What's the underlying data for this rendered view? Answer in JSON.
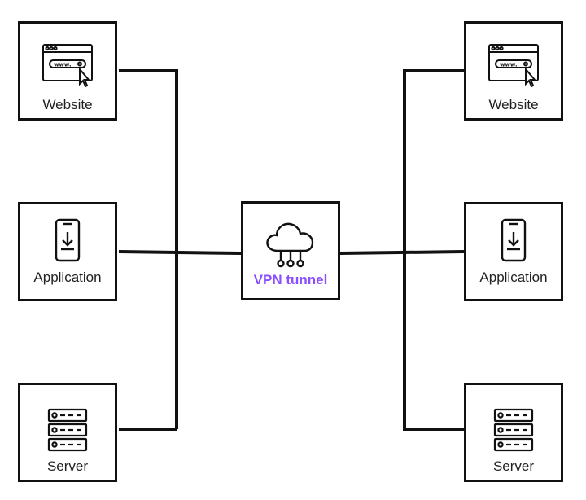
{
  "diagram": {
    "center": {
      "label": "VPN tunnel",
      "icon": "cloud-network-icon",
      "label_color": "#8a4dff"
    },
    "left": [
      {
        "label": "Website",
        "icon": "browser-window-icon"
      },
      {
        "label": "Application",
        "icon": "mobile-download-icon"
      },
      {
        "label": "Server",
        "icon": "server-rack-icon"
      }
    ],
    "right": [
      {
        "label": "Website",
        "icon": "browser-window-icon"
      },
      {
        "label": "Application",
        "icon": "mobile-download-icon"
      },
      {
        "label": "Server",
        "icon": "server-rack-icon"
      }
    ],
    "colors": {
      "stroke": "#111111",
      "background": "#ffffff"
    }
  }
}
